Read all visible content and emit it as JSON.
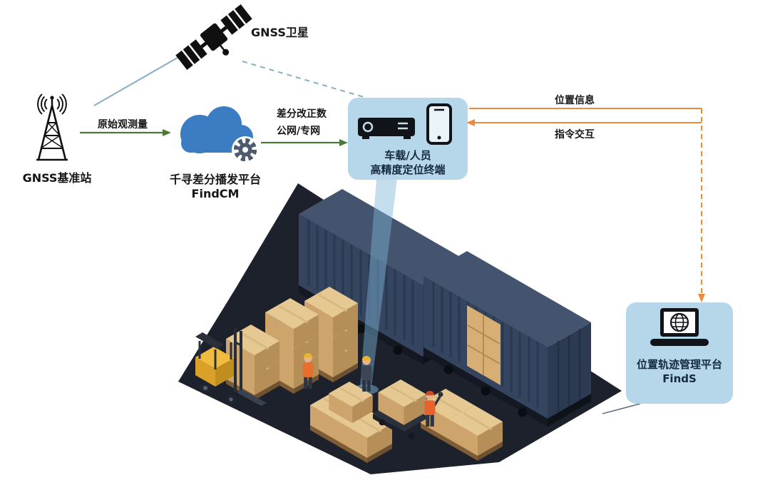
{
  "nodes": {
    "satellite": {
      "label": "GNSS卫星"
    },
    "base_station": {
      "label": "GNSS基准站"
    },
    "cloud": {
      "title": "千寻差分播发平台",
      "subtitle": "FindCM"
    },
    "terminal": {
      "line1": "车载/人员",
      "line2": "高精度定位终端"
    },
    "platform": {
      "title": "位置轨迹管理平台",
      "subtitle": "FindS"
    }
  },
  "edges": {
    "raw": {
      "label": "原始观测量"
    },
    "correction": {
      "line1": "差分改正数",
      "line2": "公网/专网"
    },
    "position": {
      "label": "位置信息"
    },
    "command": {
      "label": "指令交互"
    }
  },
  "colors": {
    "bubble_blue": "#b6d7e9",
    "cloud_blue": "#3b7cc2",
    "gear_grey": "#4c5b6e",
    "arrow_green": "#4a7a3b",
    "arrow_orange": "#ee8a3f",
    "link_blue": "#86aec2",
    "platform_dark": "#1c212c",
    "container_blue": "#36455f",
    "box_tan": "#cda46b",
    "forklift_yellow": "#f1bc3e"
  }
}
